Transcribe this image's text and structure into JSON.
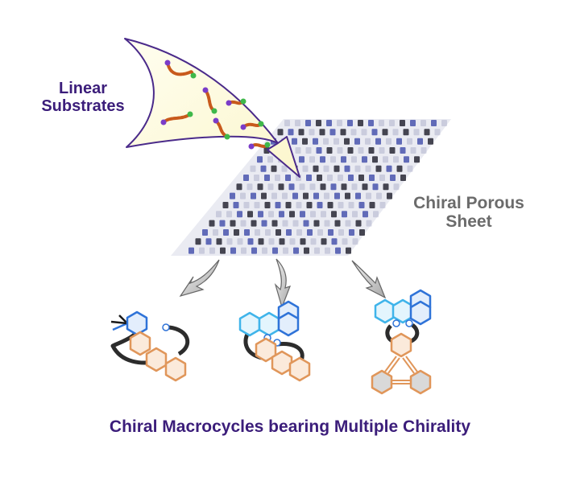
{
  "labels": {
    "substrates_line1": "Linear",
    "substrates_line2": "Substrates",
    "sheet_line1": "Chiral Porous",
    "sheet_line2": "Sheet",
    "caption": "Chiral Macrocycles bearing Multiple Chirality"
  },
  "colors": {
    "title_purple": "#3b1d7a",
    "sheet_gray": "#6b6b6b",
    "sheet_dark": "#3c3c48",
    "sheet_blue": "#5a64b4",
    "arrow_fill": "#fcf9d8",
    "arrow_stroke": "#4a2a8a",
    "chain_orange": "#c85a1c",
    "end_purple": "#7a3cc8",
    "end_green": "#3fb84a",
    "orange_ring": "#e0965a",
    "blue_ring": "#2f73d8",
    "light_blue_ring": "#3fb4ea",
    "linker_dark": "#2c2c2c"
  },
  "icons": {
    "substrate_arrow": "curved-arrow-icon",
    "sheet": "porous-sheet-icon",
    "down_arrows": "chevron-arrow-icon",
    "macrocycles": "macrocycle-structure-icon"
  }
}
